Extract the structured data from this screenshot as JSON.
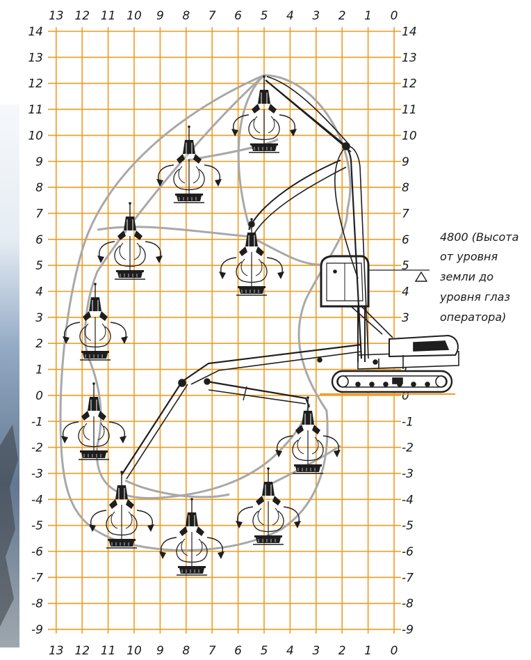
{
  "top_labels": [
    "13",
    "12",
    "11",
    "10",
    "9",
    "8",
    "7",
    "6",
    "5",
    "4",
    "3",
    "2",
    "1",
    "0"
  ],
  "bottom_labels": [
    "13",
    "12",
    "11",
    "10",
    "9",
    "8",
    "7",
    "6",
    "5",
    "4",
    "3",
    "2",
    "1",
    "0"
  ],
  "left_labels": [
    "14",
    "13",
    "12",
    "11",
    "10",
    "9",
    "8",
    "7",
    "6",
    "5",
    "4",
    "3",
    "2",
    "1",
    "0",
    "-1",
    "-2",
    "-3",
    "-4",
    "-5",
    "-6",
    "-7",
    "-8",
    "-9"
  ],
  "right_labels": [
    "14",
    "13",
    "12",
    "11",
    "10",
    "9",
    "8",
    "7",
    "6",
    "5",
    "4",
    "3",
    "2",
    "1",
    "0",
    "-1",
    "-2",
    "-3",
    "-4",
    "-5",
    "-6",
    "-7",
    "-8",
    "-9"
  ],
  "note": {
    "lines": [
      "4800 (Высота",
      "от уровня",
      "земли до",
      "уровня глаз",
      "оператора)"
    ]
  },
  "colors": {
    "grid": "#f39a1e",
    "envelope": "#a8a8a8",
    "machine": "#1e1e1e",
    "background": "#ffffff",
    "photo": "#2c4f7a"
  },
  "icons": {
    "grapple": "orange-peel-grapple-icon",
    "level_marker": "triangle-marker-icon"
  }
}
